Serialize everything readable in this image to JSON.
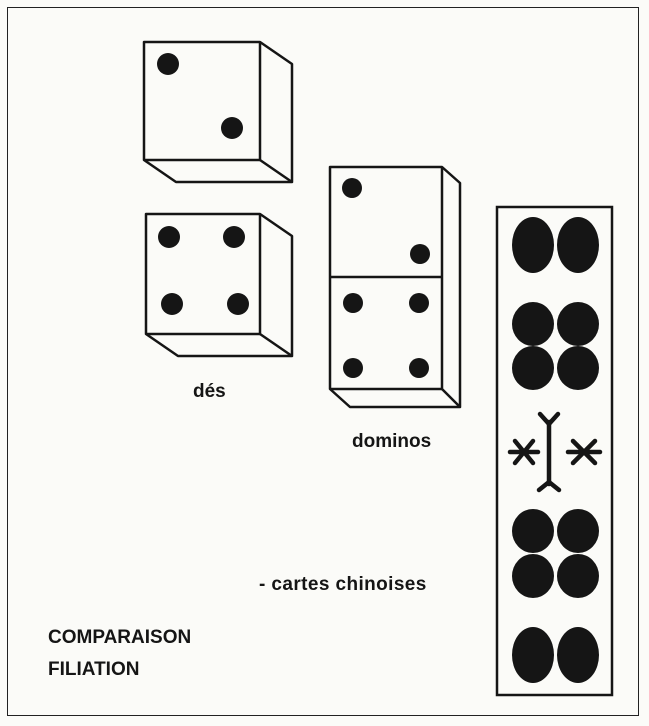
{
  "labels": {
    "dice": "dés",
    "dominos": "dominos",
    "chinese_cards": "- cartes chinoises",
    "title_line1": "COMPARAISON",
    "title_line2": "FILIATION"
  },
  "die_top_face_value": 2,
  "die_bottom_face_value": 4,
  "domino_values": [
    2,
    4
  ],
  "card_suits": [
    "two-pips",
    "four-pips",
    "snowflake-emblem",
    "four-pips",
    "two-pips"
  ],
  "colors": {
    "ink": "#151515",
    "paper": "#fbfbf8"
  }
}
